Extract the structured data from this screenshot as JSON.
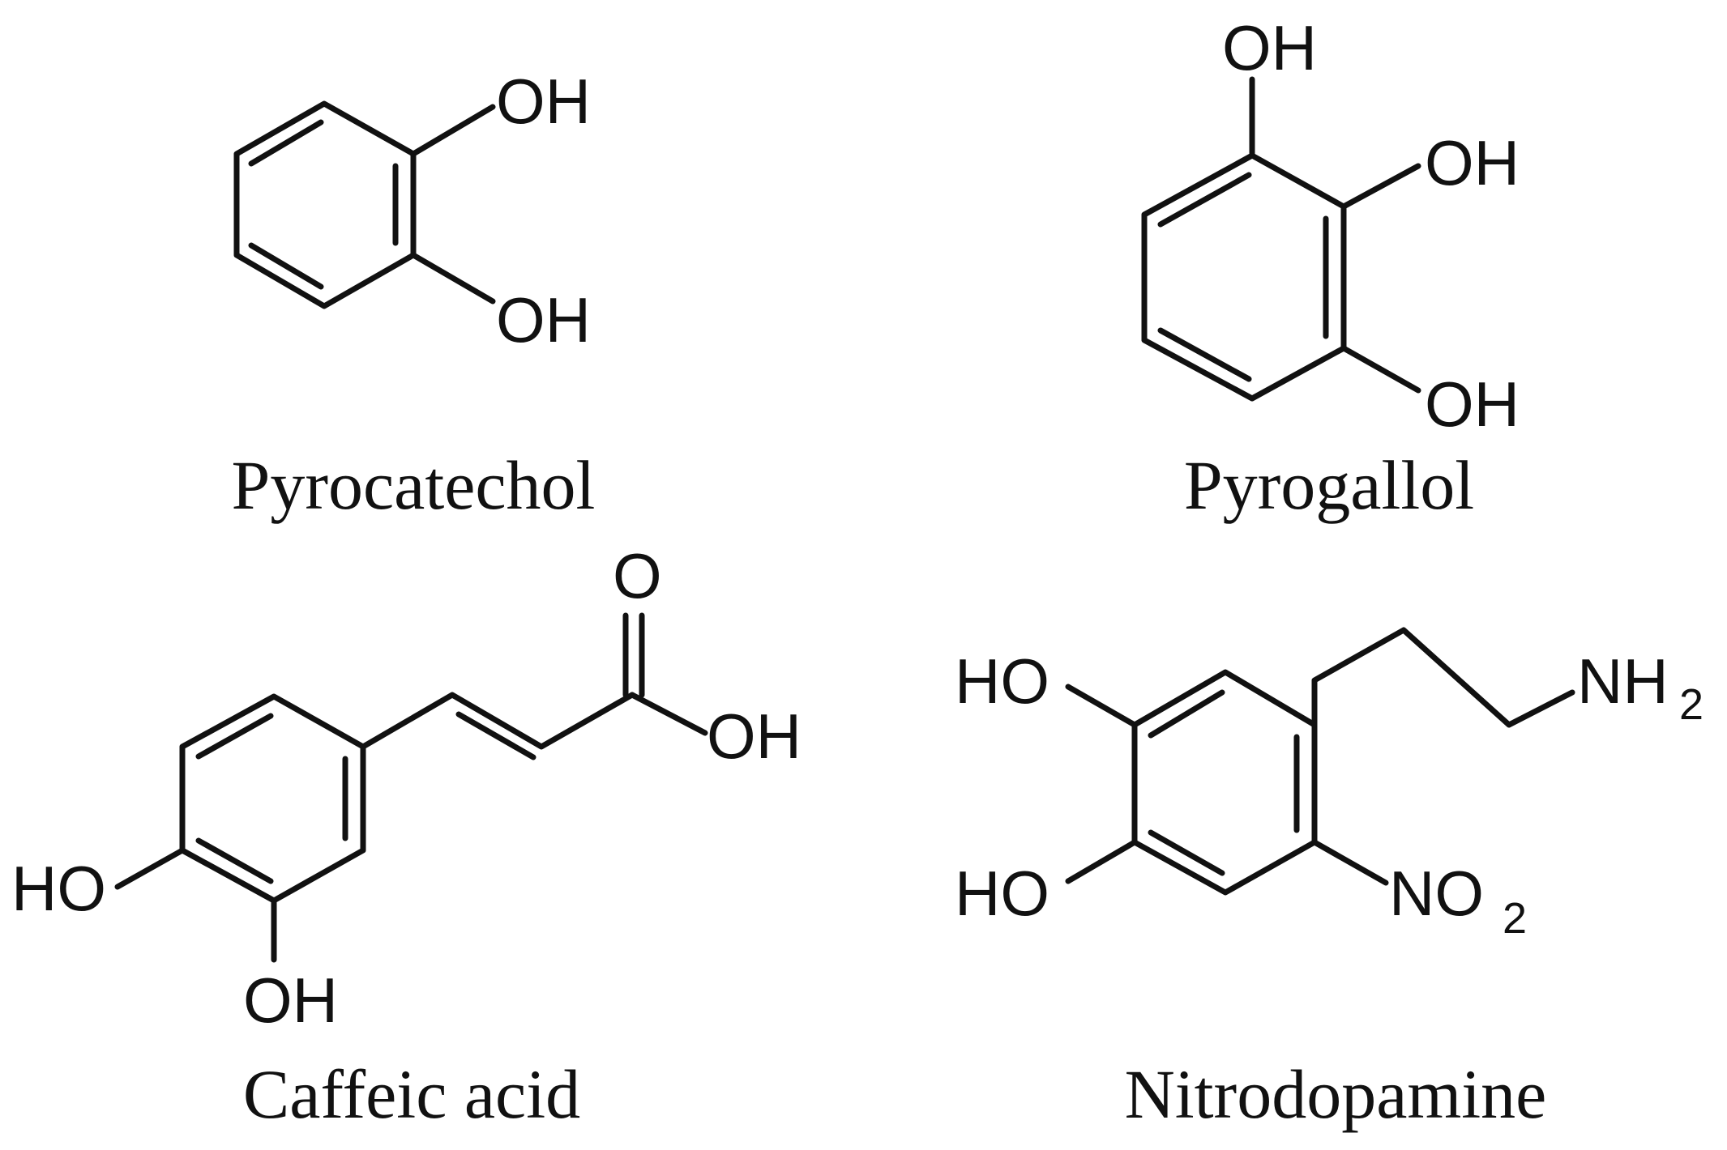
{
  "molecules": [
    {
      "name": "Pyrocatechol",
      "labels": [
        "OH",
        "OH"
      ]
    },
    {
      "name": "Pyrogallol",
      "labels": [
        "OH",
        "OH",
        "OH"
      ]
    },
    {
      "name": "Caffeic acid",
      "labels": [
        "O",
        "OH",
        "HO",
        "OH"
      ]
    },
    {
      "name": "Nitrodopamine",
      "labels": [
        "HO",
        "HO",
        "NH",
        "2",
        "NO",
        "2"
      ]
    }
  ]
}
